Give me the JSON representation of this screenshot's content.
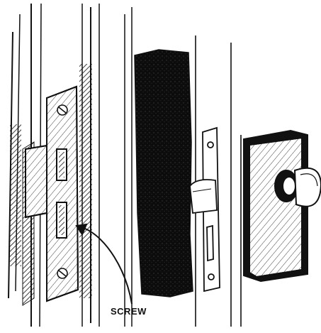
{
  "callout": {
    "label": "SCREW"
  },
  "colors": {
    "ink": "#111111",
    "paper": "#ffffff"
  },
  "parts": [
    "door-frame",
    "strike-plate",
    "weatherstrip",
    "door-edge",
    "latch-faceplate",
    "door-knob"
  ]
}
